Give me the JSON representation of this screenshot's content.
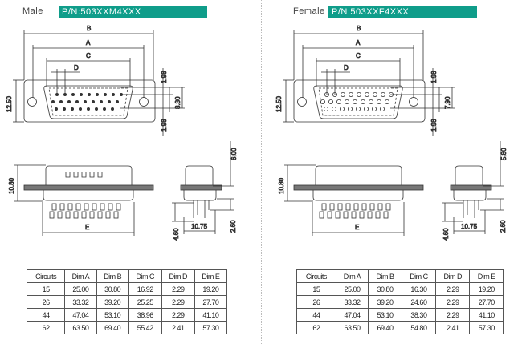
{
  "panels": [
    {
      "gender": "Male",
      "part_number": "P/N:503XXM4XXX",
      "dims": {
        "B": "B",
        "A": "A",
        "C": "C",
        "D": "D",
        "E": "E",
        "height": "12.50",
        "top_gap": "1.98",
        "bottom_gap": "1.98",
        "row_span": "8.30",
        "side_height": "10.80",
        "top_ext": "6.00",
        "pin_len": "4.60",
        "tail": "2.60",
        "depth": "10.75"
      },
      "table": {
        "headers": [
          "Circuits",
          "Dim A",
          "Dim B",
          "Dim C",
          "Dim D",
          "Dim E"
        ],
        "rows": [
          [
            "15",
            "25.00",
            "30.80",
            "16.92",
            "2.29",
            "19.20"
          ],
          [
            "26",
            "33.32",
            "39.20",
            "25.25",
            "2.29",
            "27.70"
          ],
          [
            "44",
            "47.04",
            "53.10",
            "38.96",
            "2.29",
            "41.10"
          ],
          [
            "62",
            "63.50",
            "69.40",
            "55.42",
            "2.41",
            "57.30"
          ]
        ]
      }
    },
    {
      "gender": "Female",
      "part_number": "P/N:503XXF4XXX",
      "dims": {
        "B": "B",
        "A": "A",
        "C": "C",
        "D": "D",
        "E": "E",
        "height": "12.50",
        "top_gap": "1.98",
        "bottom_gap": "1.98",
        "row_span": "7.90",
        "side_height": "10.80",
        "top_ext": "5.80",
        "pin_len": "4.60",
        "tail": "2.60",
        "depth": "10.75"
      },
      "table": {
        "headers": [
          "Circuits",
          "Dim A",
          "Dim B",
          "Dim C",
          "Dim D",
          "Dim E"
        ],
        "rows": [
          [
            "15",
            "25.00",
            "30.80",
            "16.30",
            "2.29",
            "19.20"
          ],
          [
            "26",
            "33.32",
            "39.20",
            "24.60",
            "2.29",
            "27.70"
          ],
          [
            "44",
            "47.04",
            "53.10",
            "38.30",
            "2.29",
            "41.10"
          ],
          [
            "62",
            "63.50",
            "69.40",
            "54.80",
            "2.41",
            "57.30"
          ]
        ]
      }
    }
  ]
}
